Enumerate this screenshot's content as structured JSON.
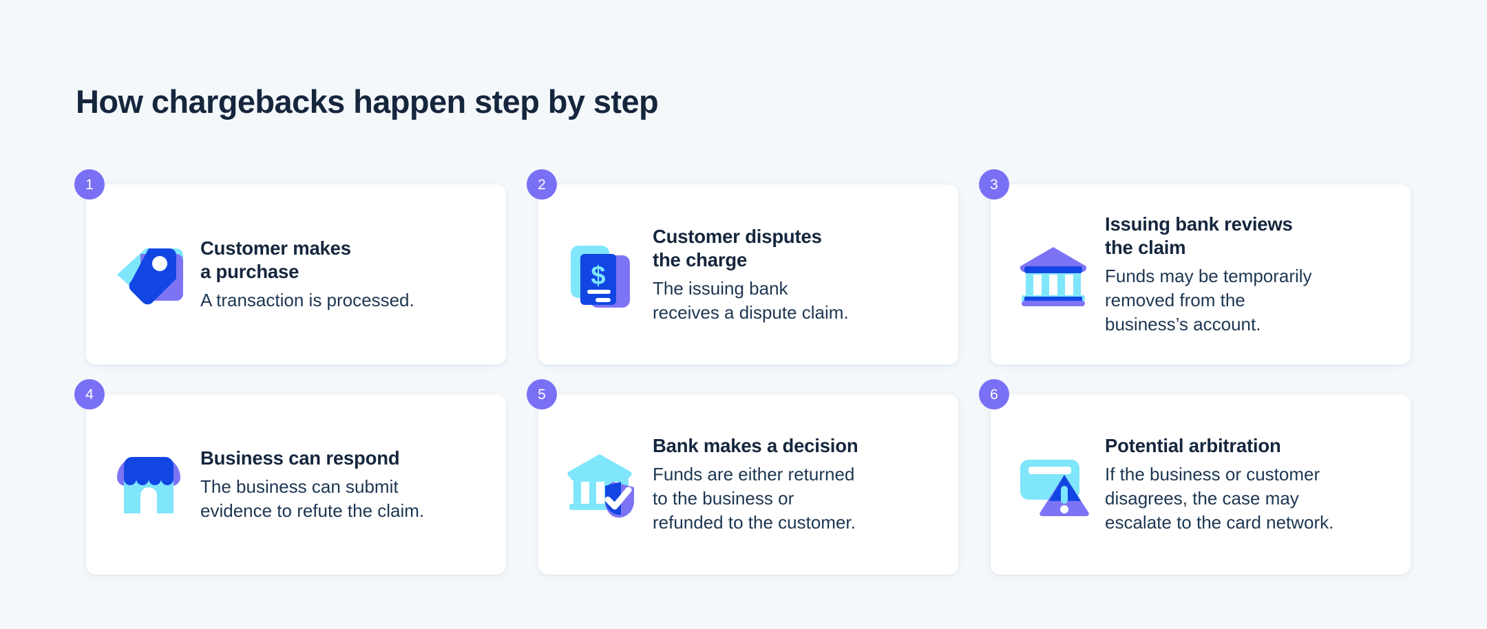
{
  "page": {
    "background_color": "#f4f8fb",
    "title": "How chargebacks happen step by step",
    "heading_color": "#15263d",
    "badge_color": "#7a70f5",
    "card_background": "#ffffff",
    "palette": {
      "cyan": "#7fe6fb",
      "purple": "#7d74f5",
      "blue": "#1146e3",
      "white": "#ffffff"
    }
  },
  "steps": [
    {
      "number": "1",
      "icon": "price-tag-icon",
      "title": "Customer makes\na purchase",
      "description": "A transaction is processed."
    },
    {
      "number": "2",
      "icon": "invoice-dollar-icon",
      "title": "Customer disputes\nthe charge",
      "description": "The issuing bank\nreceives a dispute claim."
    },
    {
      "number": "3",
      "icon": "bank-icon",
      "title": "Issuing bank reviews\nthe claim",
      "description": "Funds may be temporarily\nremoved from the\nbusiness’s account."
    },
    {
      "number": "4",
      "icon": "storefront-icon",
      "title": "Business can respond",
      "description": "The business can submit\nevidence to refute the claim."
    },
    {
      "number": "5",
      "icon": "bank-shield-check-icon",
      "title": "Bank makes a decision",
      "description": "Funds are either returned\nto the business or\nrefunded to the customer."
    },
    {
      "number": "6",
      "icon": "credit-card-warning-icon",
      "title": "Potential arbitration",
      "description": "If the business or customer\ndisagrees, the case may\nescalate to the card network."
    }
  ]
}
